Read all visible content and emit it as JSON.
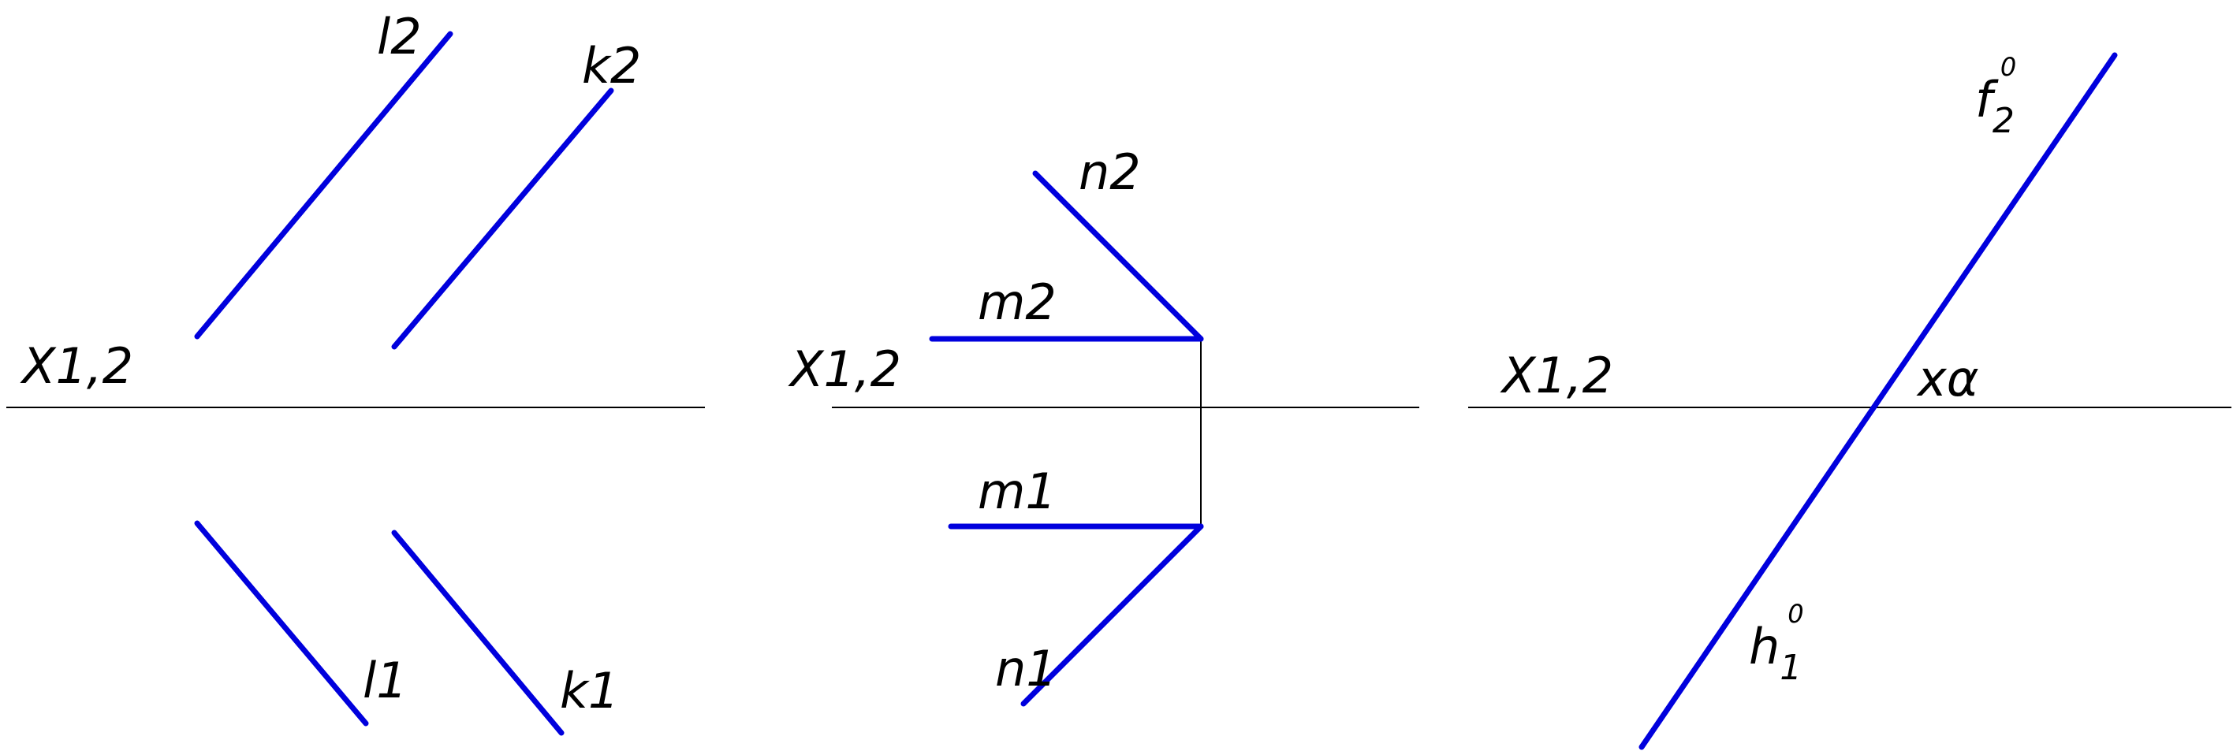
{
  "colors": {
    "line": "#0000dd",
    "axis": "#000000",
    "background": "#ffffff"
  },
  "panels": [
    {
      "axis_label": "X1,2",
      "lines": [
        {
          "label": "l2"
        },
        {
          "label": "k2"
        },
        {
          "label": "l1"
        },
        {
          "label": "k1"
        }
      ]
    },
    {
      "axis_label": "X1,2",
      "lines": [
        {
          "label": "n2"
        },
        {
          "label": "m2"
        },
        {
          "label": "m1"
        },
        {
          "label": "n1"
        }
      ]
    },
    {
      "axis_label": "X1,2",
      "point_label": "xα",
      "lines": [
        {
          "base": "f",
          "sub": "2",
          "sup": "0"
        },
        {
          "base": "h",
          "sub": "1",
          "sup": "0"
        }
      ]
    }
  ]
}
